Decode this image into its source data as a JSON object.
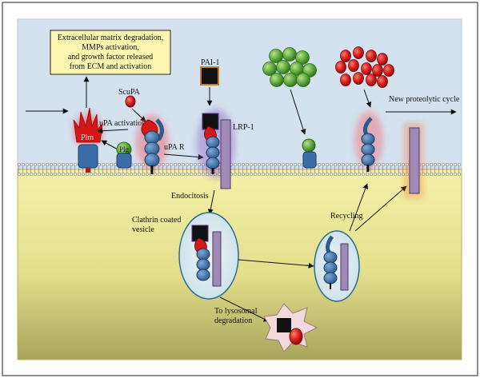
{
  "box_text": {
    "line1": "Extracellular matrix degradation,",
    "line2": "MMPs activation,",
    "line3": "and growth factor released",
    "line4": "from ECM and activation"
  },
  "labels": {
    "scupa": "ScuPA",
    "upa_activation": "uPA activation",
    "plm": "Plm",
    "plg": "Plg",
    "upa_r": "uPA R",
    "pai1": "PAI-1",
    "lrp1": "LRP-1",
    "new_cycle": "New proteolytic cycle",
    "endocitosis": "Endocitosis",
    "clathrin_1": "Clathrin coated",
    "clathrin_2": "vesicle",
    "recycling": "Recycling",
    "lyso_1": "To lysosomal",
    "lyso_2": "degradation"
  },
  "colors": {
    "extracellular": "#d4e1ef",
    "cytoplasm": "#ecea9e",
    "receptor": "#3b6ea8",
    "upa": "#d21a1a",
    "lrp1": "#a08ab5",
    "pai1": "#111111",
    "plg": "#5ab03c",
    "callout": "#fdf6b0",
    "vesicle": "#dde9ef"
  }
}
